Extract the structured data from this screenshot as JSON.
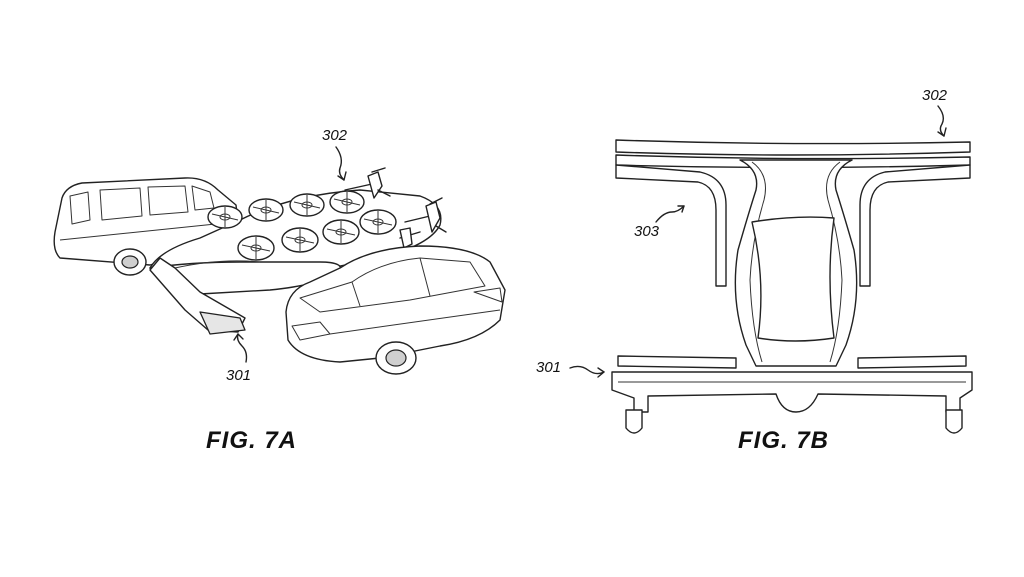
{
  "figure_a": {
    "caption": "FIG. 7A",
    "label_top": "302",
    "label_bottom": "301"
  },
  "figure_b": {
    "caption": "FIG. 7B",
    "label_top": "302",
    "label_mid": "303",
    "label_left": "301"
  },
  "colors": {
    "ink": "#222222",
    "background": "#ffffff"
  }
}
